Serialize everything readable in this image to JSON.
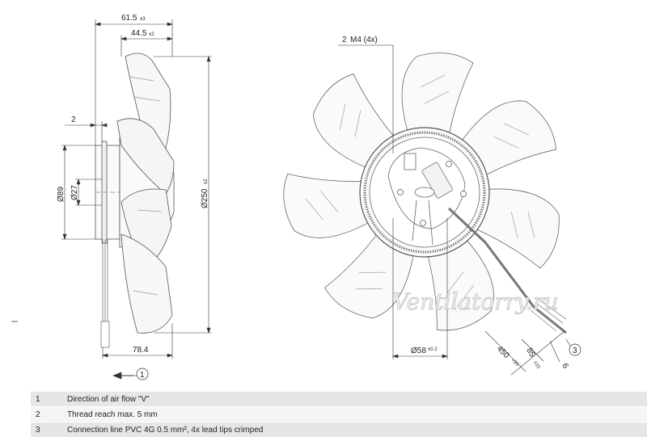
{
  "dimensions": {
    "side_overall": "61.5",
    "side_overall_tol": "±3",
    "side_inner": "44.5",
    "side_inner_tol": "±2",
    "flange_2": "2",
    "dia_89": "Ø89",
    "dia_27": "Ø27",
    "dia_250": "Ø250",
    "dia_250_tol": "±2",
    "depth_784": "78.4",
    "thread_callout": "M4 (4x)",
    "thread_callout_num": "2",
    "hub_dia": "Ø58",
    "hub_dia_tol": "±0.2",
    "cable_len": "450",
    "cable_len_tol": "+20",
    "lead_len": "85",
    "lead_len_tol": "±10",
    "lead_tip": "6",
    "cable_callout_num": "3",
    "airflow_callout_num": "1"
  },
  "watermark": "Ventilatorry.ru",
  "notes": [
    {
      "num": "1",
      "text": "Direction of air flow \"V\""
    },
    {
      "num": "2",
      "text": "Thread reach max. 5 mm"
    },
    {
      "num": "3",
      "text": "Connection line PVC 4G 0.5 mm², 4x lead tips crimped"
    }
  ]
}
